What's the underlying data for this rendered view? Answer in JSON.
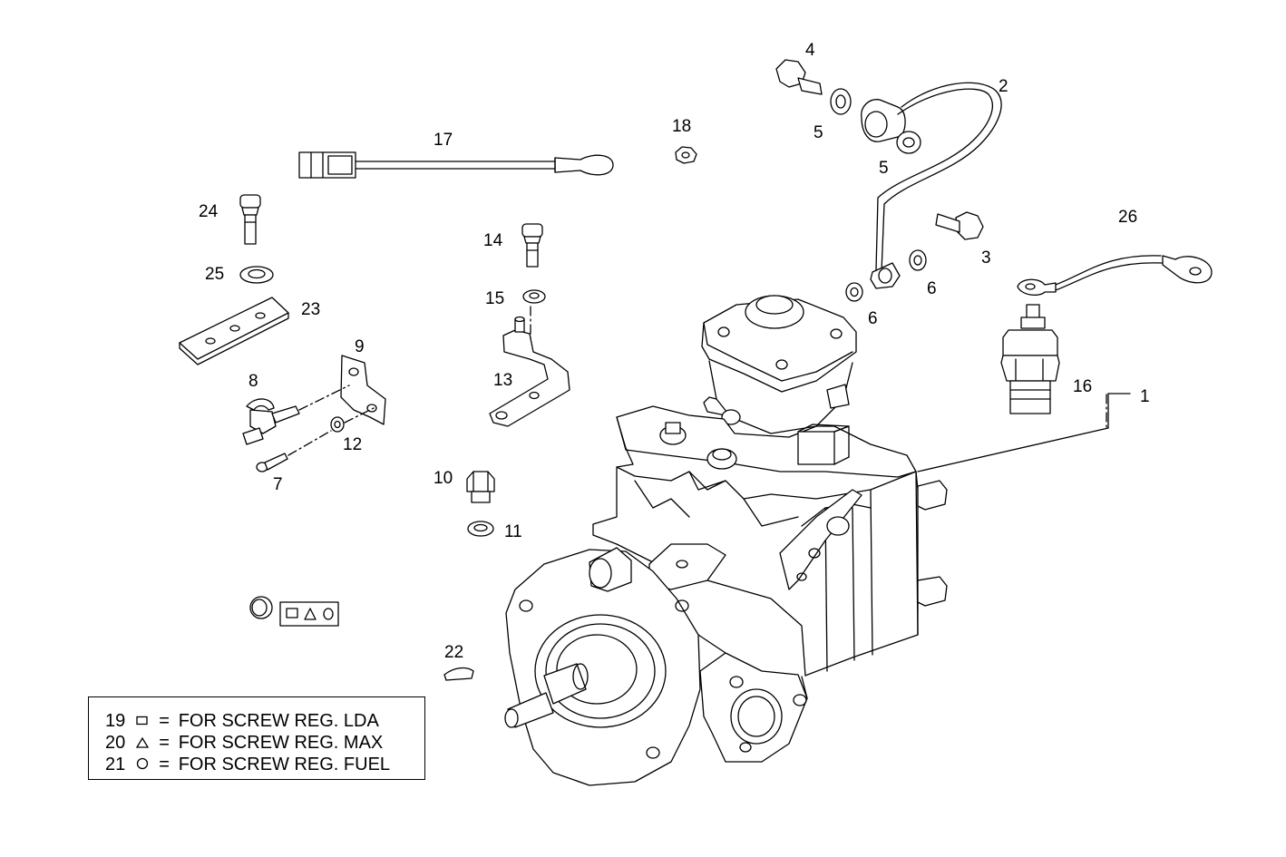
{
  "callouts": {
    "c1": "1",
    "c2": "2",
    "c3": "3",
    "c4": "4",
    "c5a": "5",
    "c5b": "5",
    "c6a": "6",
    "c6b": "6",
    "c7": "7",
    "c8": "8",
    "c9": "9",
    "c10": "10",
    "c11": "11",
    "c12": "12",
    "c13": "13",
    "c14": "14",
    "c15": "15",
    "c16": "16",
    "c17": "17",
    "c18": "18",
    "c22": "22",
    "c23": "23",
    "c24": "24",
    "c25": "25",
    "c26": "26"
  },
  "legend": {
    "rows": [
      {
        "num": "19",
        "symbol": "square-icon",
        "text": "FOR SCREW REG. LDA"
      },
      {
        "num": "20",
        "symbol": "triangle-icon",
        "text": "FOR SCREW REG. MAX"
      },
      {
        "num": "21",
        "symbol": "circle-icon",
        "text": "FOR SCREW REG. FUEL"
      }
    ],
    "equals": "="
  },
  "colors": {
    "line": "#000000",
    "background": "#ffffff"
  }
}
